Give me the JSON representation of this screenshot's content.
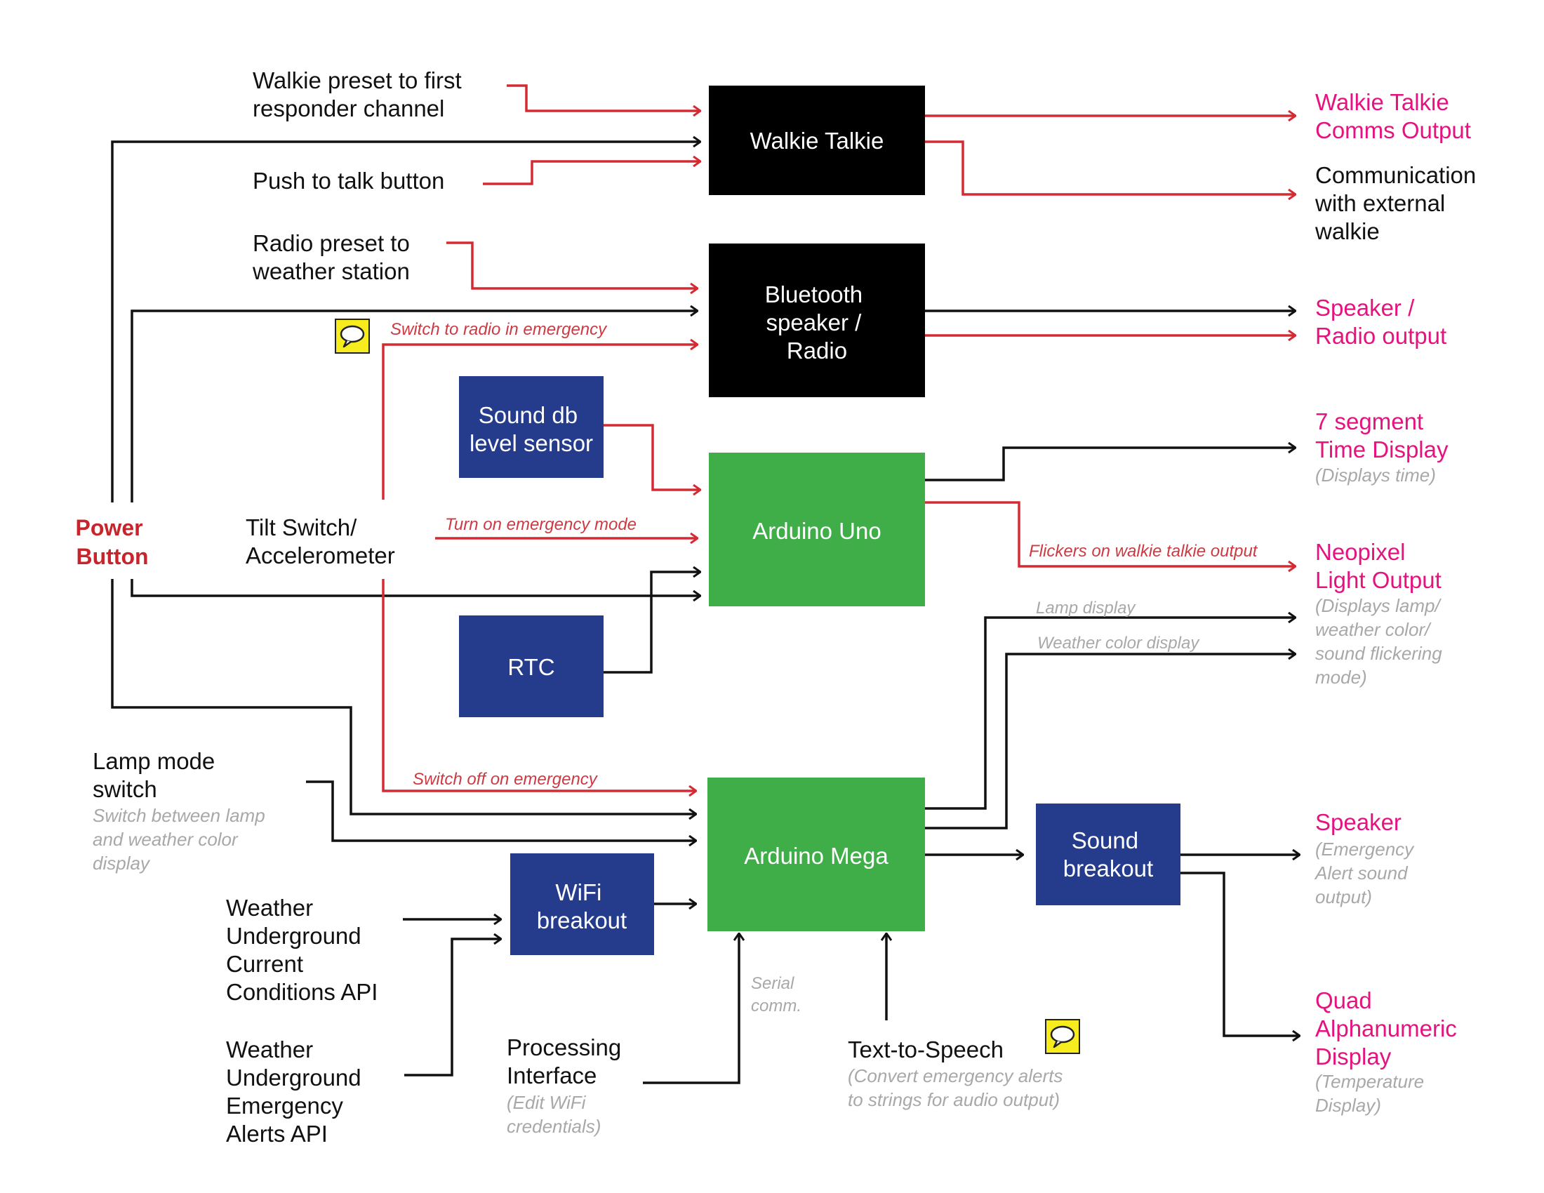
{
  "colors": {
    "black_box": "#000000",
    "green_box": "#3fae49",
    "blue_box": "#253c8c",
    "wire_black": "#111111",
    "wire_red": "#d42a32",
    "output_text": "#e6127f",
    "power_text": "#c7242b",
    "note_gray": "#a8a8a8",
    "note_red": "#cd3a42",
    "comment_icon": "#f7ec1e"
  },
  "boxes": {
    "walkie": [
      "Walkie Talkie"
    ],
    "bluetooth": [
      "Bluetooth",
      "speaker /",
      "Radio"
    ],
    "sound_sensor": [
      "Sound db",
      "level sensor"
    ],
    "uno": [
      "Arduino Uno"
    ],
    "rtc": [
      "RTC"
    ],
    "mega": [
      "Arduino Mega"
    ],
    "wifi": [
      "WiFi",
      "breakout"
    ],
    "sound_breakout": [
      "Sound",
      "breakout"
    ]
  },
  "inputs": {
    "walkie_preset": [
      "Walkie preset to first",
      "responder channel"
    ],
    "push_to_talk": [
      "Push to talk button"
    ],
    "radio_preset": [
      "Radio preset to",
      "weather station"
    ],
    "power": [
      "Power",
      "Button"
    ],
    "tilt": [
      "Tilt Switch/",
      "Accelerometer"
    ],
    "lamp_mode": [
      "Lamp mode",
      "switch"
    ],
    "lamp_mode_note": [
      "Switch between lamp",
      "and weather color",
      "display"
    ],
    "wu_current": [
      "Weather",
      "Underground",
      "Current",
      "Conditions API"
    ],
    "wu_alerts": [
      "Weather",
      "Underground",
      "Emergency",
      "Alerts API"
    ],
    "processing": [
      "Processing",
      "Interface"
    ],
    "processing_note": [
      "(Edit WiFi",
      "credentials)"
    ],
    "tts": [
      "Text-to-Speech"
    ],
    "tts_note": [
      "(Convert emergency alerts",
      "to strings for audio output)"
    ]
  },
  "outputs": {
    "walkie_out": [
      "Walkie Talkie",
      "Comms Output"
    ],
    "external_walkie": [
      "Communication",
      "with external",
      "walkie"
    ],
    "radio_out": [
      "Speaker /",
      "Radio output"
    ],
    "time_display": [
      "7 segment",
      "Time Display"
    ],
    "time_display_note": [
      "(Displays time)"
    ],
    "neopixel": [
      "Neopixel",
      "Light Output"
    ],
    "neopixel_note": [
      "(Displays lamp/",
      "weather color/",
      "sound flickering",
      "mode)"
    ],
    "speaker": [
      "Speaker"
    ],
    "speaker_note": [
      "(Emergency",
      "Alert sound",
      "output)"
    ],
    "quad": [
      "Quad",
      "Alphanumeric",
      "Display"
    ],
    "quad_note": [
      "(Temperature",
      "Display)"
    ]
  },
  "wire_notes": {
    "switch_radio": "Switch to radio in emergency",
    "turn_on_emergency": "Turn on emergency mode",
    "flickers": "Flickers on walkie talkie output",
    "lamp_display": "Lamp display",
    "weather_color": "Weather color display",
    "switch_off": "Switch off on emergency",
    "serial": [
      "Serial",
      "comm."
    ]
  },
  "icons": {
    "comment": "speech-bubble-icon"
  }
}
